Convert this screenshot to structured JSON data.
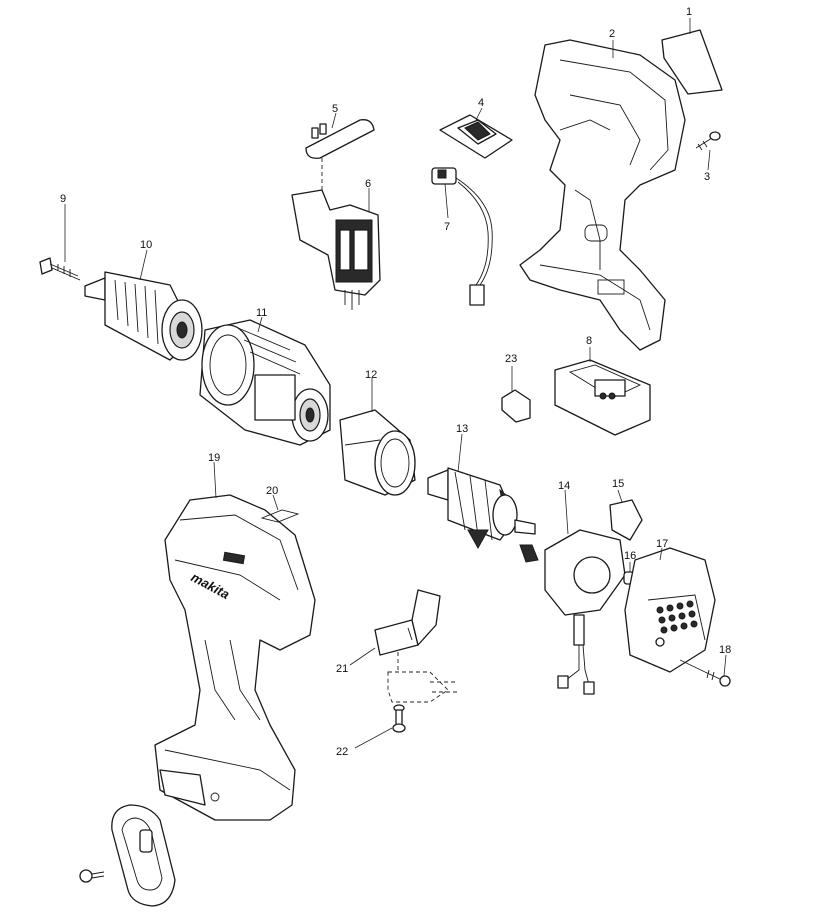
{
  "callouts": [
    {
      "id": "1",
      "label": "1"
    },
    {
      "id": "2",
      "label": "2"
    },
    {
      "id": "3",
      "label": "3"
    },
    {
      "id": "4",
      "label": "4"
    },
    {
      "id": "5",
      "label": "5"
    },
    {
      "id": "6",
      "label": "6"
    },
    {
      "id": "7",
      "label": "7"
    },
    {
      "id": "8",
      "label": "8"
    },
    {
      "id": "9",
      "label": "9"
    },
    {
      "id": "10",
      "label": "10"
    },
    {
      "id": "11",
      "label": "11"
    },
    {
      "id": "12",
      "label": "12"
    },
    {
      "id": "13",
      "label": "13"
    },
    {
      "id": "14",
      "label": "14"
    },
    {
      "id": "15",
      "label": "15"
    },
    {
      "id": "16",
      "label": "16"
    },
    {
      "id": "17",
      "label": "17"
    },
    {
      "id": "18",
      "label": "18"
    },
    {
      "id": "19",
      "label": "19"
    },
    {
      "id": "20",
      "label": "20"
    },
    {
      "id": "21",
      "label": "21"
    },
    {
      "id": "22",
      "label": "22"
    },
    {
      "id": "23",
      "label": "23"
    }
  ],
  "housing_logo": "makita"
}
